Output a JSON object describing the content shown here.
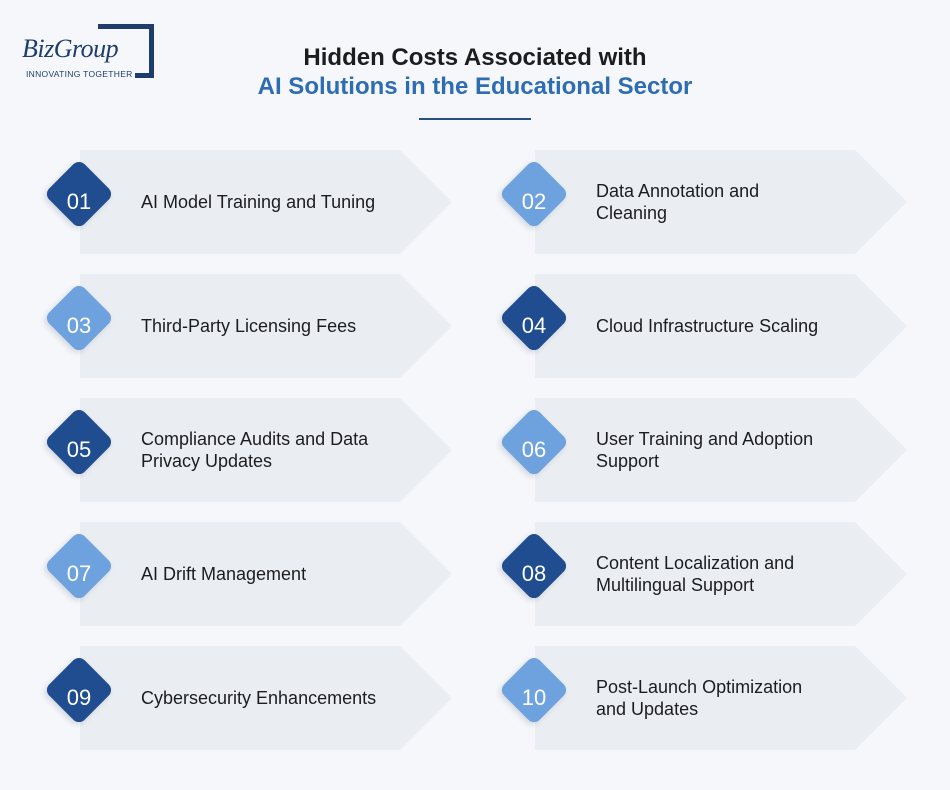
{
  "logo": {
    "name": "BizGroup",
    "tagline": "INNOVATING TOGETHER"
  },
  "heading": {
    "line1": "Hidden Costs Associated with",
    "line2": "AI Solutions in the Educational Sector"
  },
  "colors": {
    "dark_badge": "#1f4d8f",
    "light_badge": "#6ea2de",
    "accent_title": "#2f6db3",
    "panel": "#eaedf2",
    "background": "#f5f7fa"
  },
  "items": [
    {
      "num": "01",
      "label": "AI Model Training and Tuning"
    },
    {
      "num": "02",
      "label": "Data Annotation and Cleaning"
    },
    {
      "num": "03",
      "label": "Third-Party Licensing Fees"
    },
    {
      "num": "04",
      "label": "Cloud Infrastructure Scaling"
    },
    {
      "num": "05",
      "label": "Compliance Audits and Data Privacy Updates"
    },
    {
      "num": "06",
      "label": "User Training and Adoption Support"
    },
    {
      "num": "07",
      "label": "AI Drift Management"
    },
    {
      "num": "08",
      "label": "Content Localization and Multilingual Support"
    },
    {
      "num": "09",
      "label": "Cybersecurity Enhancements"
    },
    {
      "num": "10",
      "label": "Post-Launch Optimization and Updates"
    }
  ]
}
